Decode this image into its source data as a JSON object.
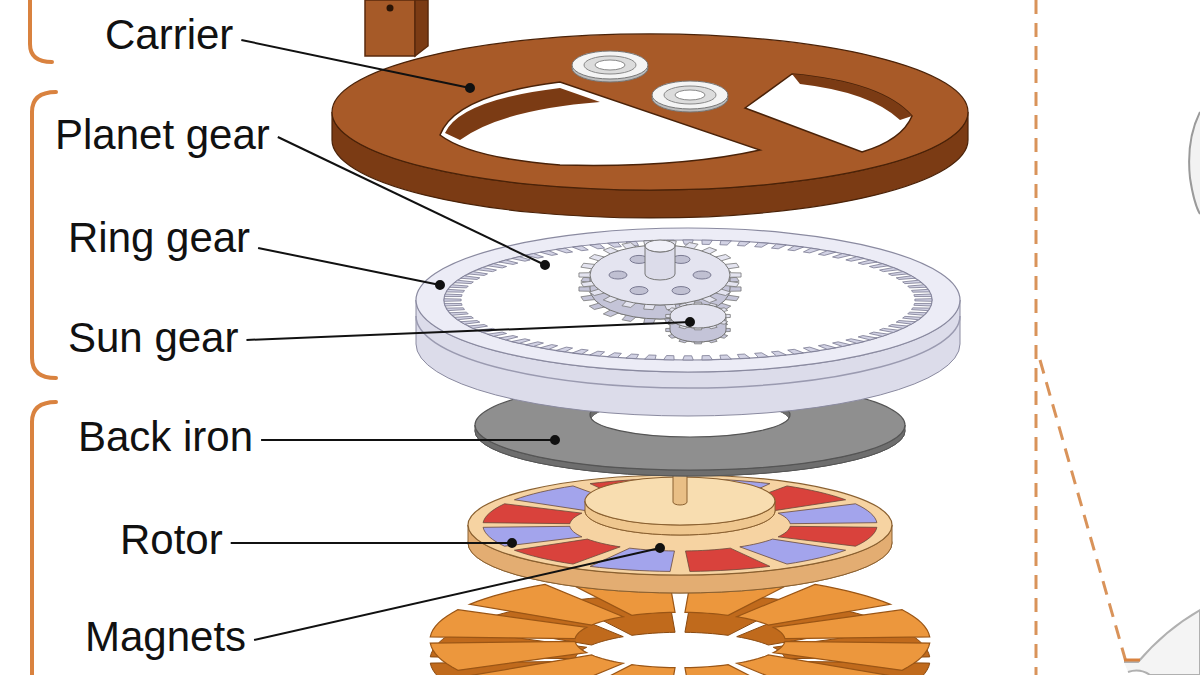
{
  "diagram": {
    "labels": [
      "Carrier",
      "Planet gear",
      "Ring gear",
      "Sun gear",
      "Back iron",
      "Rotor",
      "Magnets"
    ]
  }
}
